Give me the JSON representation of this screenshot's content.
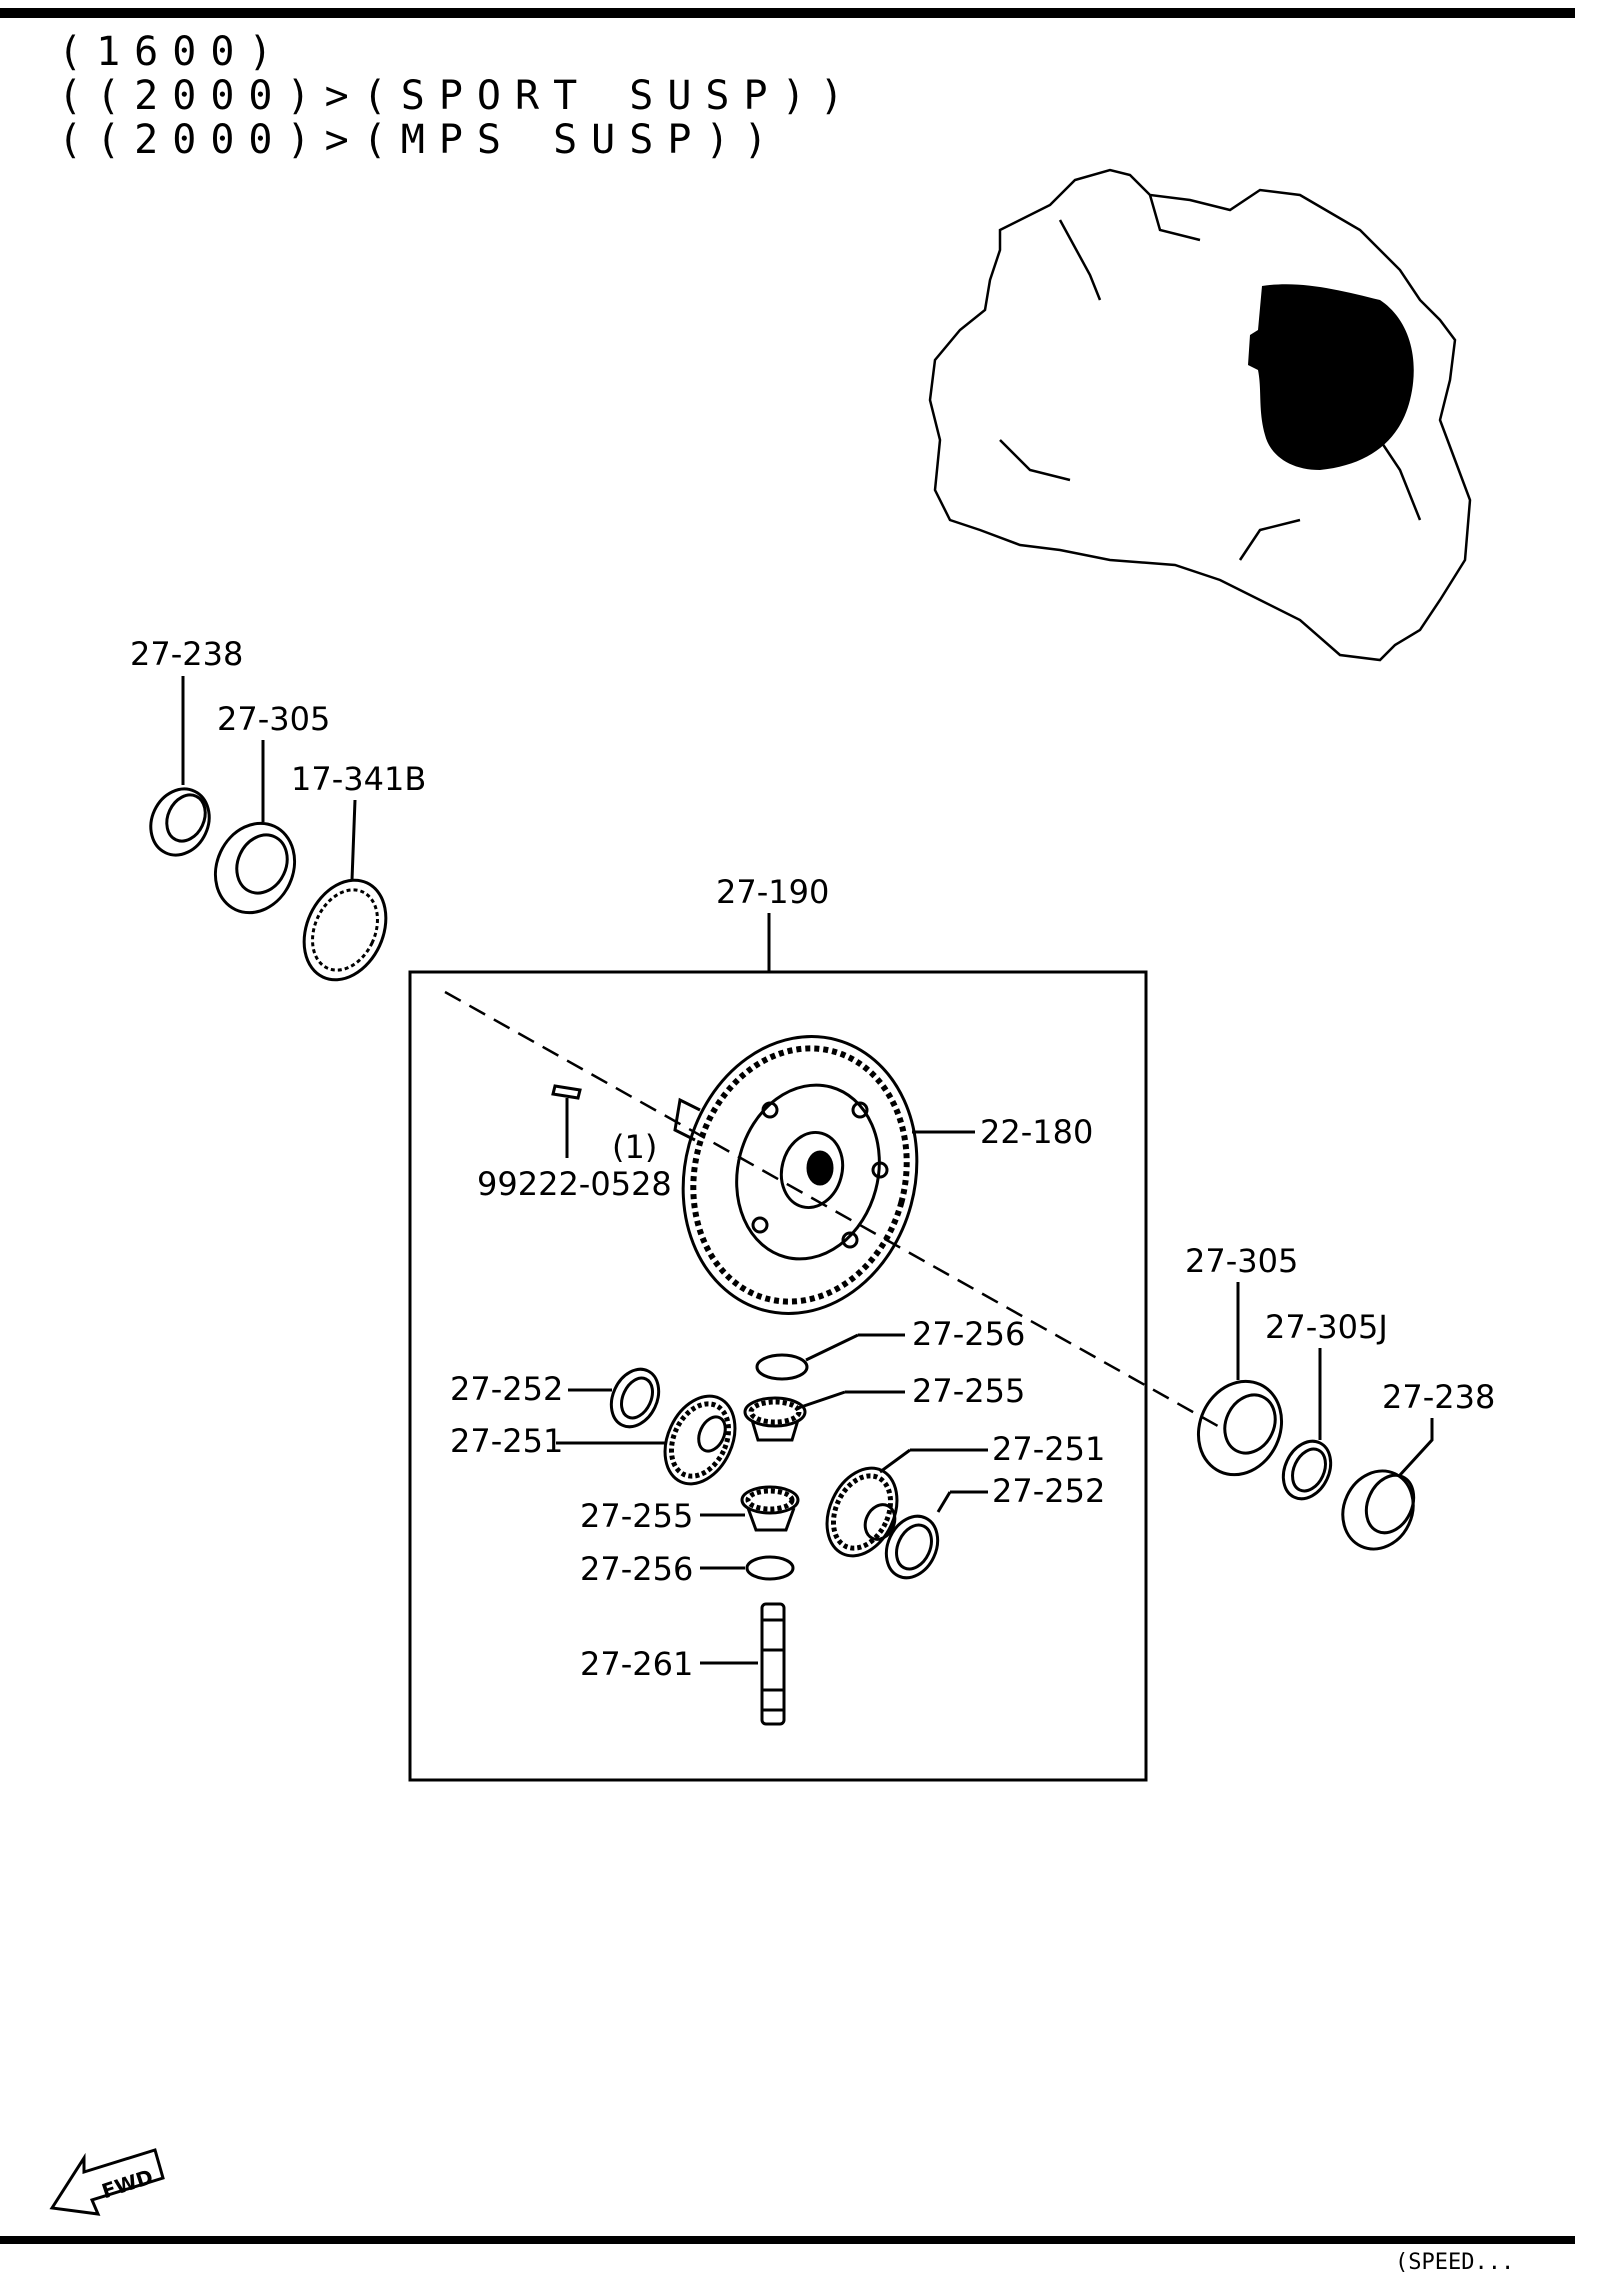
{
  "header": {
    "lines": [
      "(1600)",
      "((2000)>(SPORT SUSP))",
      "((2000)>(MPS SUSP))"
    ]
  },
  "assembly_label": "27-190",
  "callouts": {
    "left_bearing_race": "27-238",
    "left_bearing": "27-305",
    "speedometer_gear": "17-341B",
    "ring_gear": "22-180",
    "pin_qty": "(1)",
    "pin": "99222-0528",
    "side_washer_left": "27-252",
    "side_gear_left": "27-251",
    "pinion_washer_top": "27-256",
    "pinion_gear_top": "27-255",
    "side_gear_right": "27-251",
    "side_washer_right": "27-252",
    "pinion_gear_bottom": "27-255",
    "pinion_washer_bottom": "27-256",
    "pinion_shaft": "27-261",
    "right_bearing": "27-305",
    "right_shim": "27-305J",
    "right_bearing_race": "27-238"
  },
  "fwd_label": "FWD",
  "footer_code": "(SPEED..."
}
